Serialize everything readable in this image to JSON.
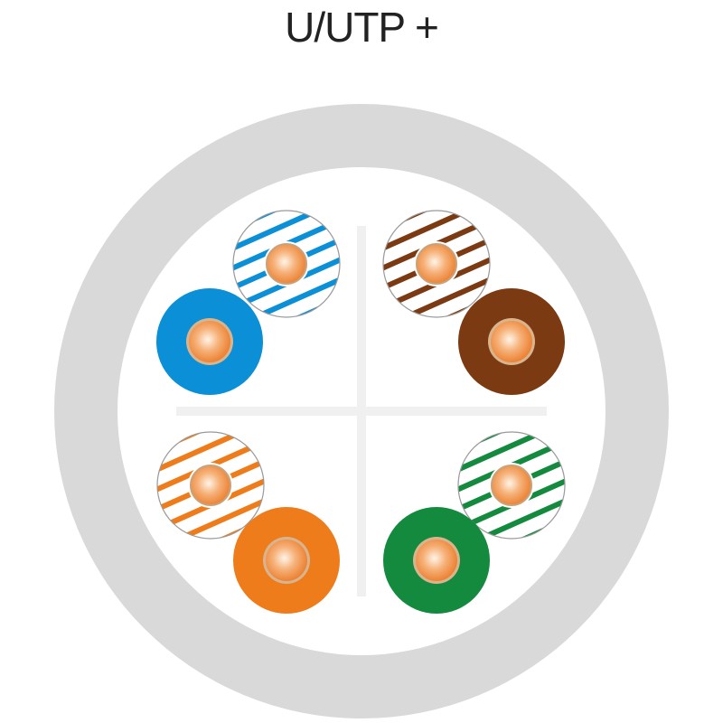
{
  "title": "U/UTP +",
  "colors": {
    "jacket": "#d9d9d9",
    "copper": "#f08a35",
    "copper_highlight": "#fde7cf"
  },
  "pairs": [
    {
      "name": "blue",
      "color": "#0b8fd6"
    },
    {
      "name": "brown",
      "color": "#7b3a12"
    },
    {
      "name": "orange",
      "color": "#ee7c1b"
    },
    {
      "name": "green",
      "color": "#138a3e"
    }
  ]
}
